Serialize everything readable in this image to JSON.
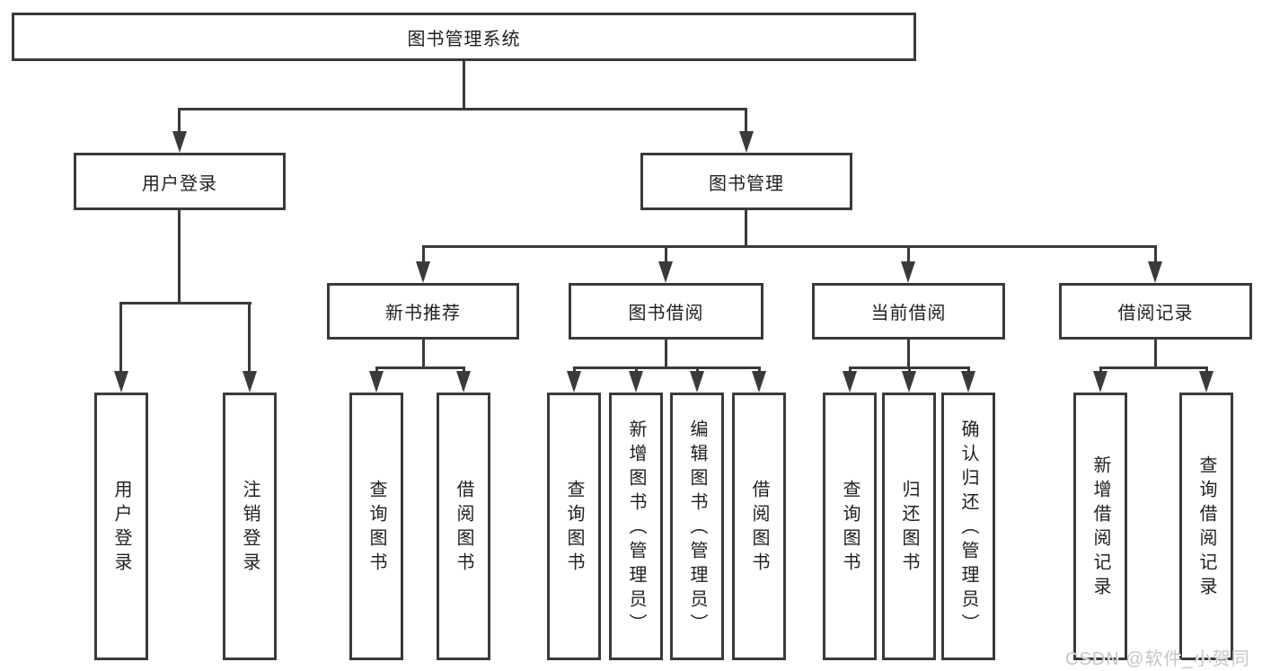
{
  "nodes": {
    "root": {
      "label": "图书管理系统"
    },
    "user_login": {
      "label": "用户登录"
    },
    "book_mgmt": {
      "label": "图书管理"
    },
    "new_books": {
      "label": "新书推荐"
    },
    "borrowing": {
      "label": "图书借阅"
    },
    "current": {
      "label": "当前借阅"
    },
    "records": {
      "label": "借阅记录"
    },
    "leaves": [
      {
        "label": "用户登录"
      },
      {
        "label": "注销登录"
      },
      {
        "label": "查询图书"
      },
      {
        "label": "借阅图书"
      },
      {
        "label": "查询图书"
      },
      {
        "label": "新增图书（管理员）"
      },
      {
        "label": "编辑图书（管理员）"
      },
      {
        "label": "借阅图书"
      },
      {
        "label": "查询图书"
      },
      {
        "label": "归还图书"
      },
      {
        "label": "确认归还（管理员）"
      },
      {
        "label": "新增借阅记录"
      },
      {
        "label": "查询借阅记录"
      }
    ]
  },
  "watermark": {
    "text": "CSDN @软件_小贺同学"
  },
  "colors": {
    "line": "#3a3a3a",
    "text": "#1f1f1f",
    "background": "#ffffff",
    "watermark": "#c6c6c6"
  }
}
